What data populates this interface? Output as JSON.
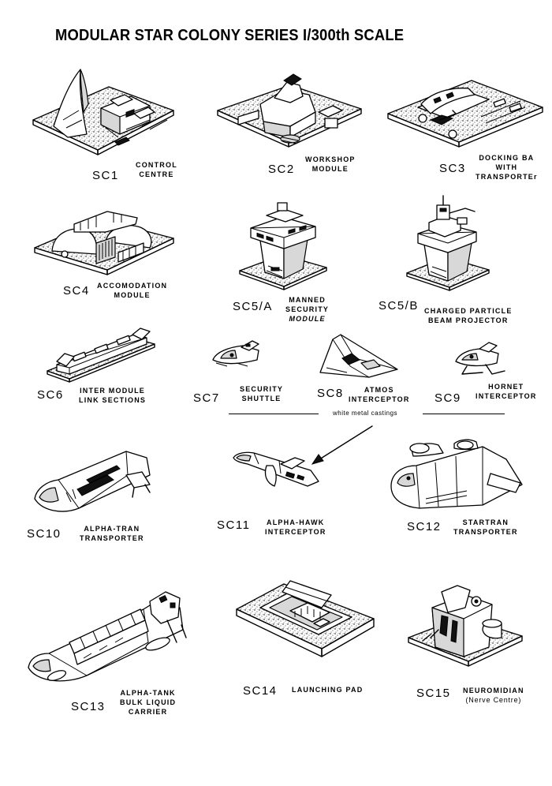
{
  "page_title": "MODULAR STAR COLONY SERIES I/300th SCALE",
  "models": [
    {
      "code": "SC1",
      "lines": [
        "CONTROL",
        "CENTRE"
      ]
    },
    {
      "code": "SC2",
      "lines": [
        "WORKSHOP",
        "MODULE"
      ]
    },
    {
      "code": "SC3",
      "lines": [
        "DOCKING BA",
        "WITH",
        "TRANSPORTEr"
      ]
    },
    {
      "code": "SC4",
      "lines": [
        "ACCOMODATION",
        "MODULE"
      ]
    },
    {
      "code": "SC5/A",
      "lines": [
        "MANNED",
        "SECURITY",
        "MODULE"
      ]
    },
    {
      "code": "SC5/B",
      "lines": [
        "CHARGED PARTICLE",
        "BEAM PROJECTOR"
      ]
    },
    {
      "code": "SC6",
      "lines": [
        "INTER MODULE",
        "LINK SECTIONS"
      ]
    },
    {
      "code": "SC7",
      "lines": [
        "SECURITY",
        "SHUTTLE"
      ]
    },
    {
      "code": "SC8",
      "lines": [
        "ATMOS",
        "INTERCEPTOR"
      ]
    },
    {
      "code": "SC9",
      "lines": [
        "HORNET",
        "INTERCEPTOR"
      ]
    },
    {
      "code": "SC10",
      "lines": [
        "ALPHA-TRAN",
        "TRANSPORTER"
      ]
    },
    {
      "code": "SC11",
      "lines": [
        "ALPHA-HAWK",
        "INTERCEPTOR"
      ]
    },
    {
      "code": "SC12",
      "lines": [
        "STARTRAN",
        "TRANSPORTER"
      ]
    },
    {
      "code": "SC13",
      "lines": [
        "ALPHA-TANK",
        "BULK LIQUID",
        "CARRIER"
      ]
    },
    {
      "code": "SC14",
      "lines": [
        "LAUNCHING PAD"
      ]
    },
    {
      "code": "SC15",
      "lines": [
        "NEUROMIDIAN",
        "(Nerve Centre)"
      ]
    }
  ],
  "castings_note": "white metal castings",
  "icons": {
    "pointer": "arrow-icon"
  }
}
